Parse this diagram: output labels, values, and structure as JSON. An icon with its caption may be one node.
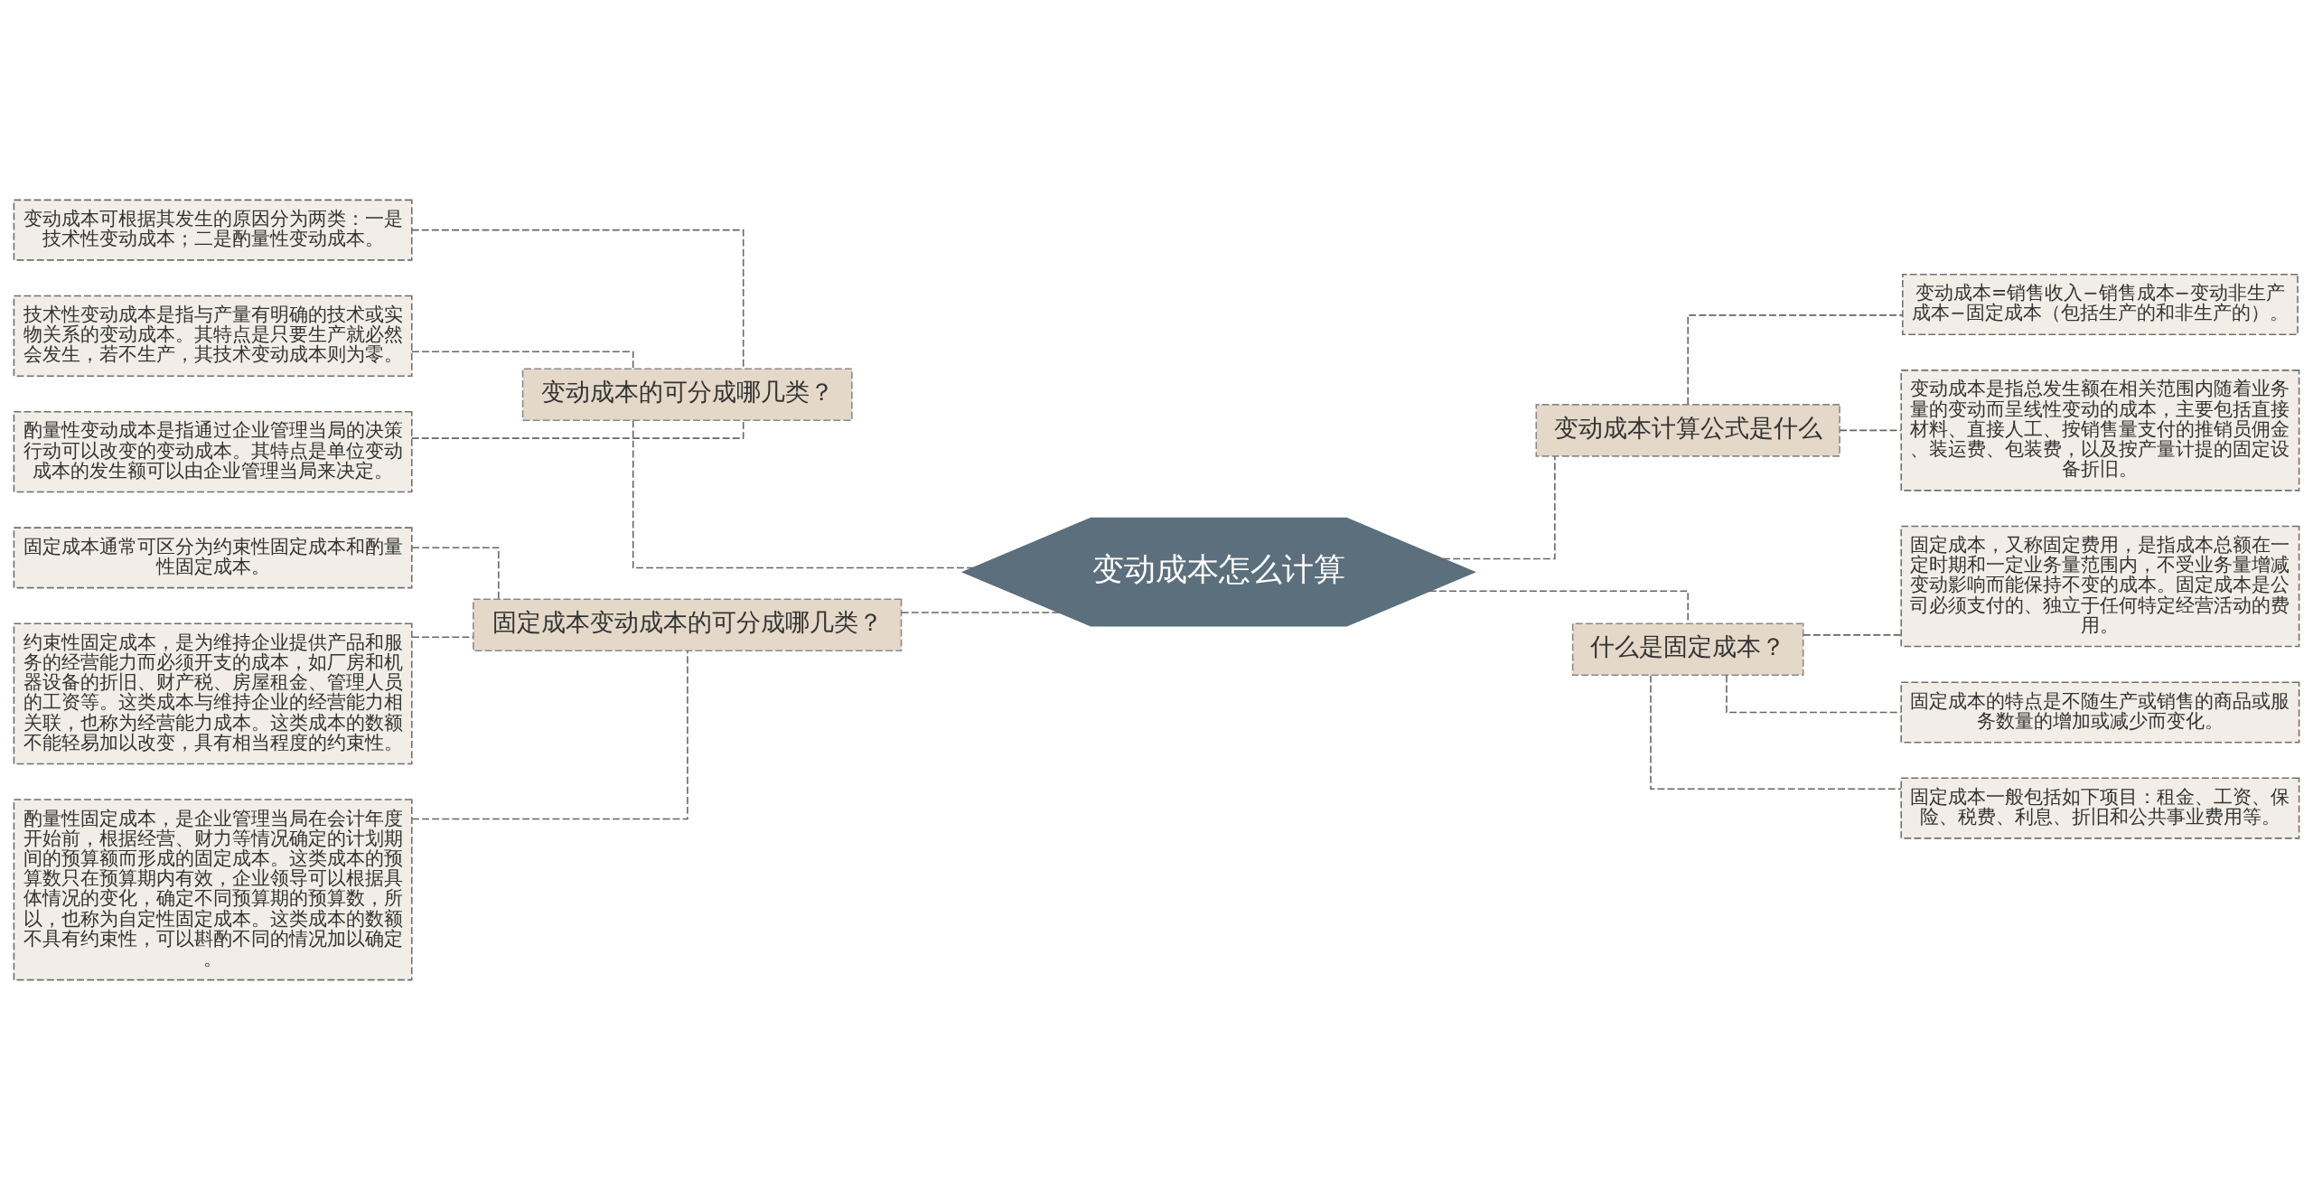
{
  "diagram": {
    "nodes": [
      {
        "text": [
          "变动成本怎么计算"
        ]
      },
      {
        "text": [
          "变动成本的可分成哪几类？"
        ]
      },
      {
        "text": [
          "变动成本可根据其发生的原因分为两类：一是技术性变动成本；二是酌量性变动成本。"
        ]
      },
      {
        "text": [
          "技术性变动成本是指与产量有明确的技术或实物关系的变动成本。其特点是只要生产就必然会发生，若不生产，其技术变动成本则为零。"
        ]
      },
      {
        "text": [
          "酌量性变动成本是指通过企业管理当局的决策行动可以改变的变动成本。其特点是单位变动成本的发生额可以由企业管理当局来决定。"
        ]
      },
      {
        "text": [
          "固定成本变动成本的可分成哪几类？"
        ]
      },
      {
        "text": [
          "固定成本通常可区分为约束性固定成本和酌量性固定成本。"
        ]
      },
      {
        "text": [
          "约束性固定成本，是为维持企业提供产品和服务的经营能力而必须开支的成本，如厂房和机器设备的折旧、财产税、房屋租金、管理人员的工资等。这类成本与维持企业的经营能力相关联，也称为经营能力成本。这类成本的数额不能轻易加以改变，具有相当程度的约束性。"
        ]
      },
      {
        "text": [
          "酌量性固定成本，是企业管理当局在会计年度开始前，根据经营、财力等情况确定的计划期间的预算额而形成的固定成本。这类成本的预算数只在预算期内有效，企业领导可以根据具体情况的变化，确定不同预算期的预算数，所以，也称为自定性固定成本。这类成本的数额不具有约束性，可以斟酌不同的情况加以确定。"
        ]
      },
      {
        "text": [
          "变动成本计算公式是什么"
        ]
      },
      {
        "text": [
          "变动成本=销售收入−销售成本−变动非生产成本−固定成本（包括生产的和非生产的）。"
        ]
      },
      {
        "text": [
          "变动成本是指总发生额在相关范围内随着业务量的变动而呈线性变动的成本，主要包括直接材料、直接人工、按销售量支付的推销员佣金、装运费、包装费，以及按产量计提的固定设备折旧。"
        ]
      },
      {
        "text": [
          "什么是固定成本？"
        ]
      },
      {
        "text": [
          "固定成本，又称固定费用，是指成本总额在一定时期和一定业务量范围内，不受业务量增减变动影响而能保持不变的成本。固定成本是公司必须支付的、独立于任何特定经营活动的费用。"
        ]
      },
      {
        "text": [
          "固定成本的特点是不随生产或销售的商品或服务数量的增加或减少而变化。"
        ]
      },
      {
        "text": [
          "固定成本一般包括如下项目：租金、工资、保险、税费、利息、折旧和公共事业费用等。"
        ]
      }
    ],
    "edges": [
      {
        "from": 0,
        "to": 1,
        "arrow": "none",
        "style": "dashed"
      },
      {
        "from": 1,
        "to": 2,
        "arrow": "none",
        "style": "dashed"
      },
      {
        "from": 1,
        "to": 3,
        "arrow": "none",
        "style": "dashed"
      },
      {
        "from": 1,
        "to": 4,
        "arrow": "none",
        "style": "dashed"
      },
      {
        "from": 0,
        "to": 5,
        "arrow": "none",
        "style": "dashed"
      },
      {
        "from": 5,
        "to": 6,
        "arrow": "none",
        "style": "dashed"
      },
      {
        "from": 5,
        "to": 7,
        "arrow": "none",
        "style": "dashed"
      },
      {
        "from": 5,
        "to": 8,
        "arrow": "none",
        "style": "dashed"
      },
      {
        "from": 0,
        "to": 9,
        "arrow": "none",
        "style": "dashed"
      },
      {
        "from": 9,
        "to": 10,
        "arrow": "none",
        "style": "dashed"
      },
      {
        "from": 9,
        "to": 11,
        "arrow": "none",
        "style": "dashed"
      },
      {
        "from": 0,
        "to": 12,
        "arrow": "none",
        "style": "dashed"
      },
      {
        "from": 12,
        "to": 13,
        "arrow": "none",
        "style": "dashed"
      },
      {
        "from": 12,
        "to": 14,
        "arrow": "none",
        "style": "dashed"
      },
      {
        "from": 12,
        "to": 15,
        "arrow": "none",
        "style": "dashed"
      }
    ]
  }
}
